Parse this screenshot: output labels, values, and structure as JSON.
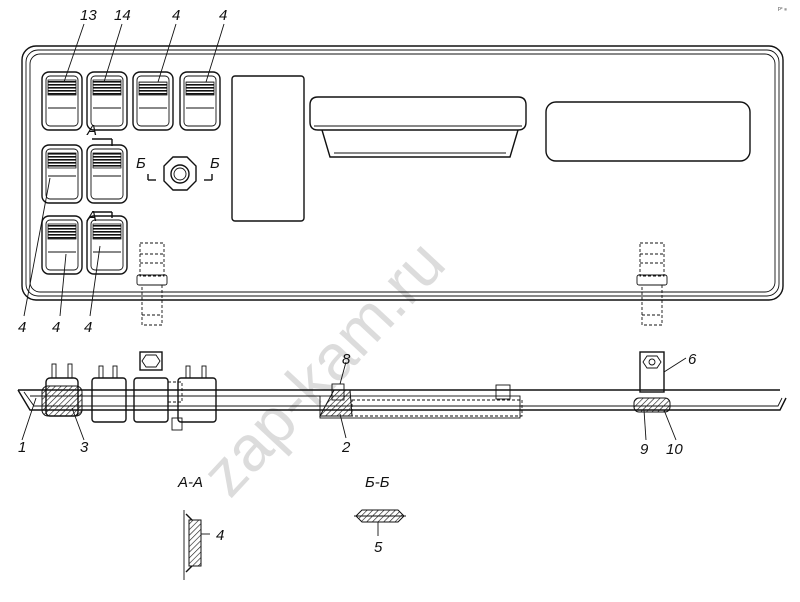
{
  "labels": {
    "l13": "13",
    "l14": "14",
    "l4_top_a": "4",
    "l4_top_b": "4",
    "l4_bot_a": "4",
    "l4_bot_b": "4",
    "l4_bot_c": "4",
    "l4_section": "4",
    "l1": "1",
    "l2": "2",
    "l3": "3",
    "l5": "5",
    "l6": "6",
    "l8": "8",
    "l9": "9",
    "l10": "10"
  },
  "section_marks": {
    "a_upper": "А",
    "a_lower": "А",
    "b_left": "Б",
    "b_right": "Б"
  },
  "section_titles": {
    "aa": "А-А",
    "bb": "Б-Б"
  },
  "watermark": "zap-kam.ru",
  "corner_mark": "pᶜ ᵢᵢᵢᵢ"
}
